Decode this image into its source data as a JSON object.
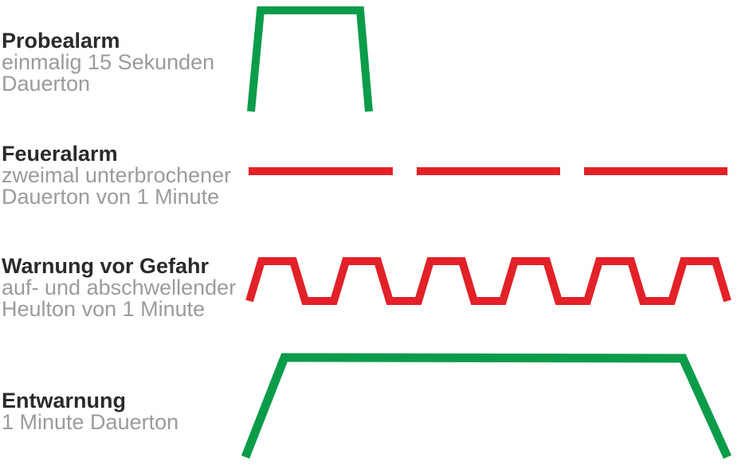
{
  "page": {
    "background_color": "#ffffff",
    "description": "Sirenensignale diagram"
  },
  "colors": {
    "green_signal": "#0b9c4a",
    "red_signal": "#e22128",
    "title_text": "#2b2a29",
    "subtitle_text": "#9b9b9b"
  },
  "rows": [
    {
      "title": "Probealarm",
      "subtitle_lines": [
        "einmalig 15 Sekunden",
        "Dauerton"
      ]
    },
    {
      "title": "Feueralarm",
      "subtitle_lines": [
        "zweimal unterbrochener",
        "Dauerton von 1 Minute"
      ]
    },
    {
      "title": "Warnung vor Gefahr",
      "subtitle_lines": [
        "auf- und abschwellender",
        "Heulton von 1 Minute"
      ]
    },
    {
      "title": "Entwarnung",
      "subtitle_lines": [
        "1 Minute Dauerton"
      ]
    }
  ],
  "waveforms": [
    {
      "name": "probealarm-signal",
      "pattern": "single short plateau",
      "color": "#0b9c4a",
      "stroke_width": 10,
      "segments": [
        [
          [
            315,
            140
          ],
          [
            327,
            13
          ],
          [
            452,
            13
          ],
          [
            463,
            140
          ]
        ]
      ]
    },
    {
      "name": "feueralarm-signal",
      "pattern": "twice interrupted continuous tone (3 dashes)",
      "color": "#e22128",
      "stroke_width": 10,
      "segments": [
        [
          [
            312,
            215
          ],
          [
            493,
            215
          ]
        ],
        [
          [
            523,
            215
          ],
          [
            703,
            215
          ]
        ],
        [
          [
            733,
            215
          ],
          [
            913,
            215
          ]
        ]
      ]
    },
    {
      "name": "warnung-signal",
      "pattern": "rising and falling howling tone (6 peaks)",
      "color": "#e22128",
      "stroke_width": 10,
      "segments": [
        [
          [
            313,
            378
          ],
          [
            328,
            328
          ],
          [
            368,
            328
          ],
          [
            383,
            378
          ],
          [
            419,
            378
          ],
          [
            434,
            328
          ],
          [
            474,
            328
          ],
          [
            489,
            378
          ],
          [
            525,
            378
          ],
          [
            540,
            328
          ],
          [
            580,
            328
          ],
          [
            595,
            378
          ],
          [
            631,
            378
          ],
          [
            646,
            328
          ],
          [
            686,
            328
          ],
          [
            701,
            378
          ],
          [
            737,
            378
          ],
          [
            752,
            328
          ],
          [
            792,
            328
          ],
          [
            807,
            378
          ],
          [
            843,
            378
          ],
          [
            858,
            328
          ],
          [
            898,
            328
          ],
          [
            913,
            378
          ]
        ]
      ]
    },
    {
      "name": "entwarnung-signal",
      "pattern": "single long plateau",
      "color": "#0b9c4a",
      "stroke_width": 11,
      "segments": [
        [
          [
            308,
            574
          ],
          [
            357,
            449
          ],
          [
            857,
            450
          ],
          [
            913,
            574
          ]
        ]
      ]
    }
  ]
}
